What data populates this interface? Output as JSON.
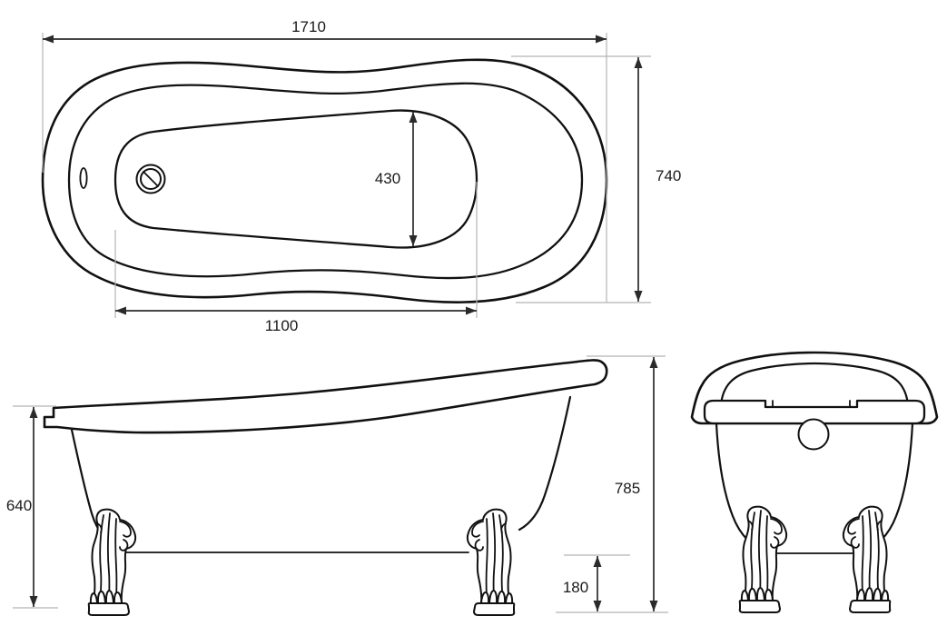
{
  "drawing": {
    "subject": "clawfoot slipper bathtub technical drawing",
    "views": {
      "plan": "top-view",
      "elevation": "side-view",
      "end": "front-view"
    }
  },
  "dimensions": {
    "overall_length": "1710",
    "overall_width": "740",
    "basin_width": "430",
    "basin_length": "1100",
    "rim_height_low_end": "640",
    "overall_height_high_end": "785",
    "ground_clearance": "180"
  },
  "icons": {
    "drain": "drain-plug-icon",
    "overflow_slot": "overflow-slot-icon",
    "overflow_hole": "overflow-hole-icon"
  },
  "colors": {
    "outline": "#111111",
    "dimension_line": "#2b2b2b",
    "extension_line": "#b5b5b5",
    "text": "#1a1a1a",
    "background": "#ffffff"
  }
}
